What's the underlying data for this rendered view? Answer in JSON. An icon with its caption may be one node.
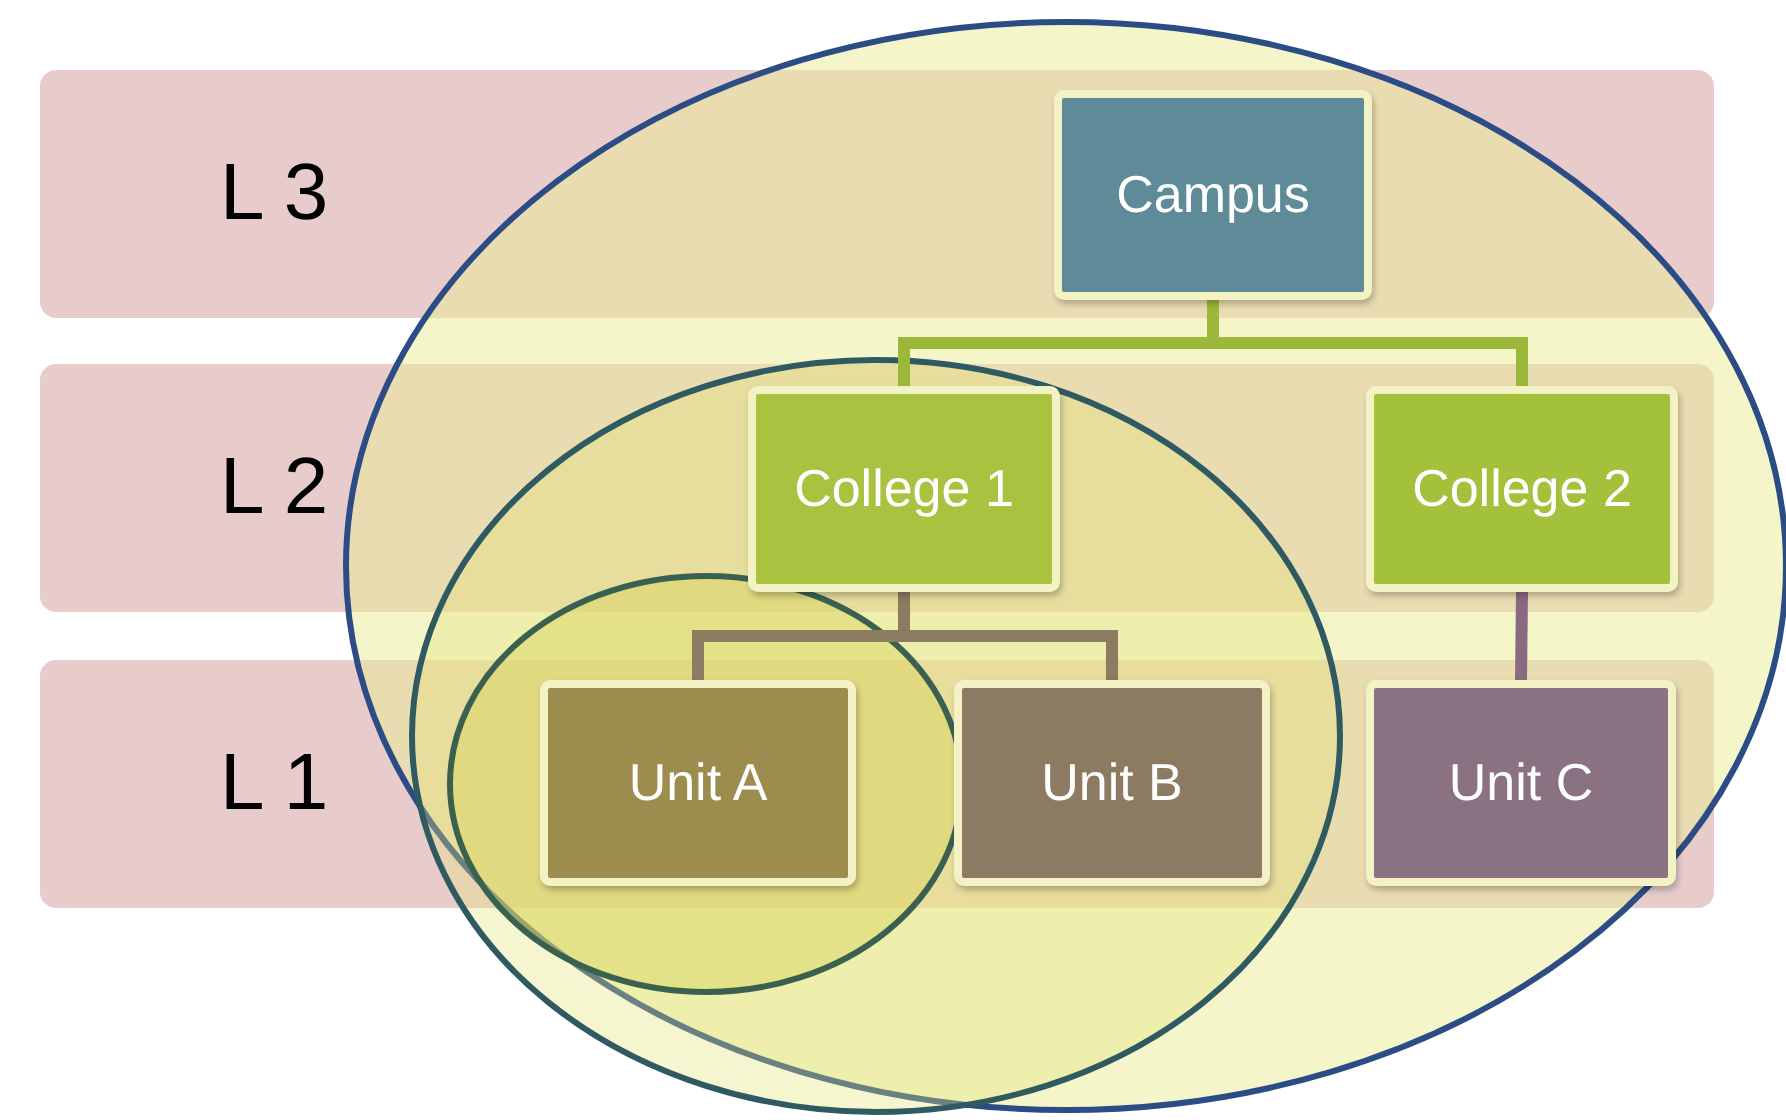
{
  "diagram": {
    "nodes": [
      {
        "text": [
          "L 3"
        ]
      },
      {
        "text": [
          "L 2"
        ]
      },
      {
        "text": [
          "L 1"
        ]
      },
      {
        "text": [
          "Campus"
        ],
        "in": 0
      },
      {
        "text": [
          "College 1"
        ],
        "in": 1
      },
      {
        "text": [
          "College 2"
        ],
        "in": 1
      },
      {
        "text": [
          "Unit A"
        ],
        "in": 2
      },
      {
        "text": [
          "Unit B"
        ],
        "in": 2
      },
      {
        "text": [
          "Unit C"
        ],
        "in": 2
      }
    ],
    "edges": [
      {
        "from": 3,
        "to": 4,
        "arrow": "none",
        "color": "#9cb83a"
      },
      {
        "from": 3,
        "to": 5,
        "arrow": "none",
        "color": "#9cb83a"
      },
      {
        "from": 4,
        "to": 6,
        "arrow": "none",
        "color": "#8c7c62"
      },
      {
        "from": 4,
        "to": 7,
        "arrow": "none",
        "color": "#8c7c62"
      },
      {
        "from": 5,
        "to": 8,
        "arrow": "none",
        "color": "#8a6a80"
      }
    ]
  }
}
